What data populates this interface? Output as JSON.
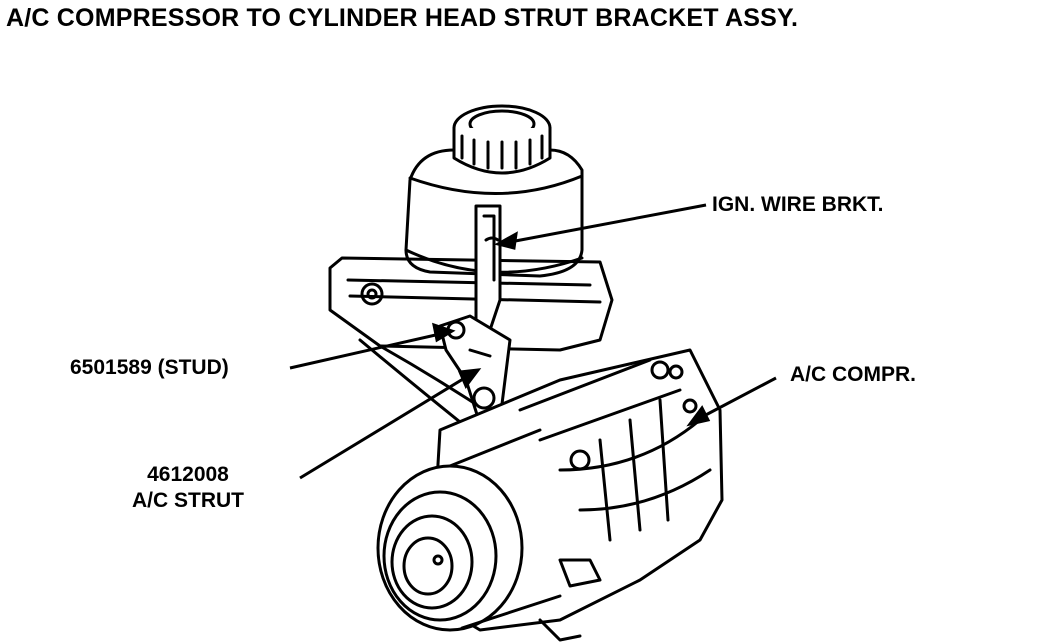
{
  "title": "A/C COMPRESSOR TO CYLINDER HEAD STRUT BRACKET ASSY.",
  "callouts": {
    "ign_wire": "IGN. WIRE BRKT.",
    "stud": "6501589 (STUD)",
    "compressor": "A/C COMPR.",
    "strut_part": "4612008",
    "strut_name": "A/C STRUT"
  },
  "colors": {
    "ink": "#000000",
    "paper": "#ffffff"
  }
}
